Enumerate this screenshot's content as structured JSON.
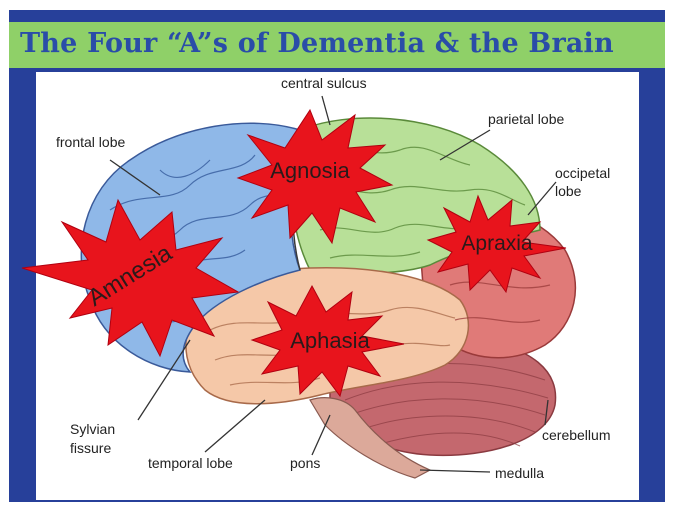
{
  "title": "The Four “A”s of Dementia & the Brain",
  "labels": {
    "central_sulcus": "central sulcus",
    "frontal_lobe": "frontal lobe",
    "parietal_lobe": "parietal lobe",
    "occipetal_line1": "occipetal",
    "occipetal_line2": "lobe",
    "sylvian_line1": "Sylvian",
    "sylvian_line2": "fissure",
    "temporal_lobe": "temporal lobe",
    "pons": "pons",
    "cerebellum": "cerebellum",
    "medulla": "medulla"
  },
  "bursts": {
    "agnosia": "Agnosia",
    "amnesia": "Amnesia",
    "apraxia": "Apraxia",
    "aphasia": "Aphasia"
  },
  "colors": {
    "frame": "#27409a",
    "title_bar": "#8fd068",
    "title_text": "#2a4da8",
    "frontal": "#8fb8e8",
    "parietal": "#b8e098",
    "occipital": "#e07a78",
    "temporal": "#f5c8a8",
    "cerebellum": "#c4686e",
    "burst": "#e8141c"
  }
}
